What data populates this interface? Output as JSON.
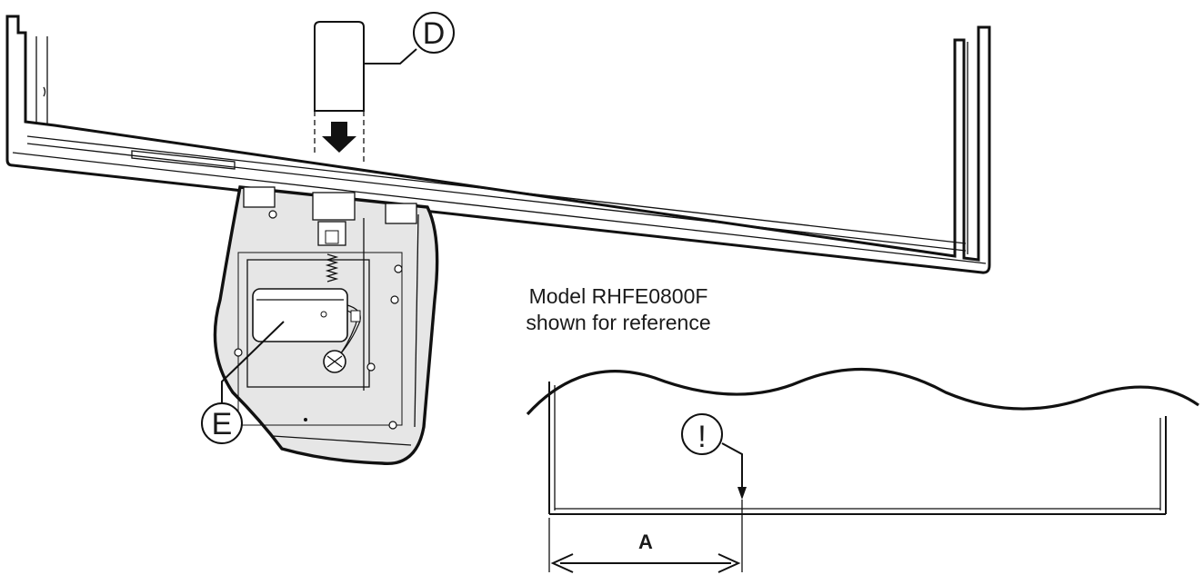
{
  "callouts": {
    "d": "D",
    "e": "E",
    "warning": "!",
    "dimension": "A"
  },
  "caption": {
    "line1": "Model RHFE0800F",
    "line2": "shown for reference"
  },
  "colors": {
    "line": "#111111",
    "panel_fill": "#e6e6e6",
    "background": "#ffffff"
  },
  "icons": {
    "insert_arrow": "arrow-down-icon",
    "screw": "screw-icon",
    "spring": "spring-icon"
  }
}
